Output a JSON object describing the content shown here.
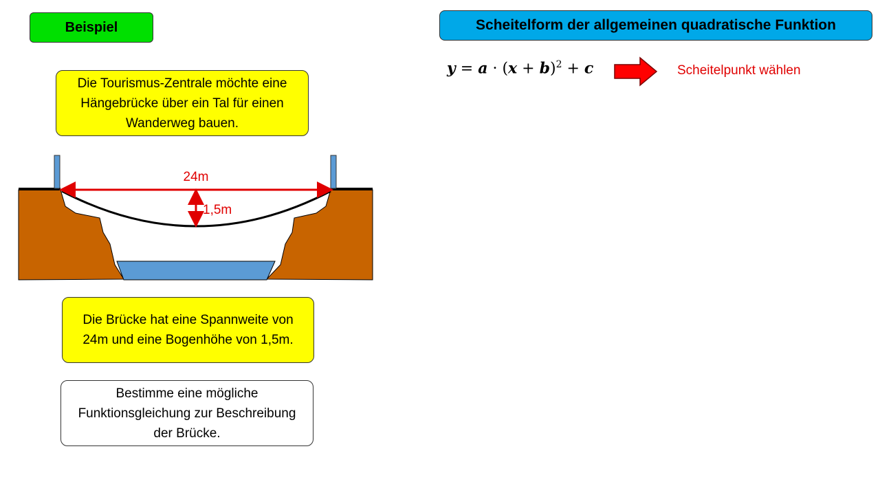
{
  "example_tag": "Beispiel",
  "header_title": "Scheitelform der allgemeinen quadratische Funktion",
  "intro_text": "Die Tourismus-Zentrale möchte eine Hängebrücke über ein Tal für einen Wanderweg bauen.",
  "facts_text": "Die Brücke hat eine Spannweite von 24m und eine Bogenhöhe von 1,5m.",
  "task_text": "Bestimme eine mögliche Funktionsgleichung zur Beschreibung der Brücke.",
  "formula": {
    "y": "y",
    "eq": " = ",
    "a": "a",
    "dot": " · (",
    "x": "x",
    "plus1": " + ",
    "b": "b",
    "close": ")",
    "exp": "2",
    "plus2": " + ",
    "c": "c"
  },
  "vertex_hint": "Scheitelpunkt wählen",
  "diagram": {
    "span_label": "24m",
    "height_label": "1,5m"
  },
  "colors": {
    "green": "#00e000",
    "blue_header": "#00a8e8",
    "yellow": "#ffff00",
    "red": "#e00000",
    "earth": "#c86400",
    "water": "#5b9bd5"
  }
}
